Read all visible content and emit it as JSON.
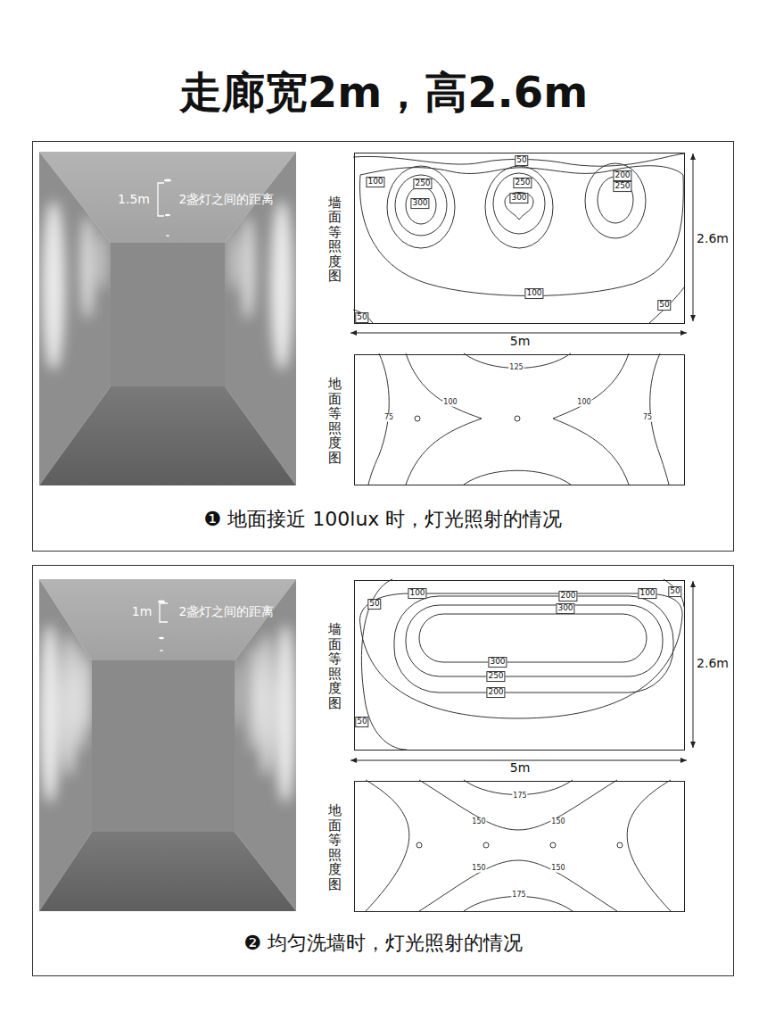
{
  "diagram": {
    "title": "走廊宽2m，高2.6m",
    "nodes": [
      {
        "text": [
          "❶ 地面接近 100lux 时，灯光照射的情况"
        ]
      },
      {
        "text": [
          "墙面等照度图"
        ],
        "in": 0
      },
      {
        "text": [
          "地面等照度图"
        ],
        "in": 0
      },
      {
        "text": [
          "❷ 均匀洗墙时，灯光照射的情况"
        ]
      },
      {
        "text": [
          "墙面等照度图"
        ],
        "in": 3
      },
      {
        "text": [
          "地面等照度图"
        ],
        "in": 3
      }
    ],
    "labels": [
      "1.5m",
      "2盏灯之间的距离",
      "50",
      "100",
      "250",
      "300",
      "250",
      "300",
      "200",
      "250",
      "100",
      "50",
      "50",
      "2.6m",
      "5m",
      "125",
      "100",
      "100",
      "75",
      "75",
      "1m",
      "2盏灯之间的距离",
      "100",
      "200",
      "300",
      "100",
      "50",
      "50",
      "300",
      "250",
      "200",
      "50",
      "2.6m",
      "5m",
      "175",
      "150",
      "150",
      "150",
      "150",
      "175"
    ]
  }
}
